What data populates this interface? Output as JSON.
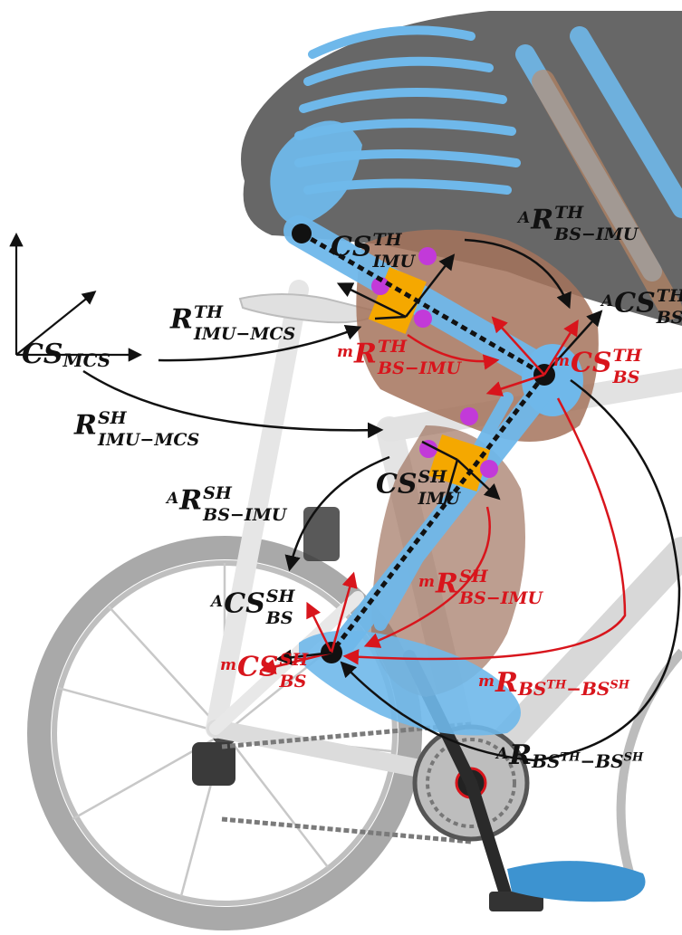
{
  "colors": {
    "bone": "#6fb8ea",
    "bone_dark": "#3d93d0",
    "muscle": "#a5735c",
    "sensor": "#f5a800",
    "marker": "#c23ad9",
    "anatomical": "#111111",
    "measured": "#d8151c",
    "bike": "#d9d9d9",
    "tire": "#8f8f8f"
  },
  "labels": {
    "cs_mcs": {
      "main": "CS",
      "sub": "MCS"
    },
    "cs_imu_th": {
      "main": "CS",
      "sup": "TH",
      "sub": "IMU"
    },
    "cs_imu_sh": {
      "main": "CS",
      "sup": "SH",
      "sub": "IMU"
    },
    "r_imu_mcs_th": {
      "main": "R",
      "sup": "TH",
      "sub": "IMU−MCS"
    },
    "r_imu_mcs_sh": {
      "main": "R",
      "sup": "SH",
      "sub": "IMU−MCS"
    },
    "a_r_bs_imu_th": {
      "pre": "A",
      "main": "R",
      "sup": "TH",
      "sub": "BS−IMU"
    },
    "a_r_bs_imu_sh": {
      "pre": "A",
      "main": "R",
      "sup": "SH",
      "sub": "BS−IMU"
    },
    "a_cs_bs_th": {
      "pre": "A",
      "main": "CS",
      "sup": "TH",
      "sub": "BS"
    },
    "a_cs_bs_sh": {
      "pre": "A",
      "main": "CS",
      "sup": "SH",
      "sub": "BS"
    },
    "m_r_bs_imu_th": {
      "pre": "m",
      "main": "R",
      "sup": "TH",
      "sub": "BS−IMU"
    },
    "m_r_bs_imu_sh": {
      "pre": "m",
      "main": "R",
      "sup": "SH",
      "sub": "BS−IMU"
    },
    "m_cs_bs_th": {
      "pre": "m",
      "main": "CS",
      "sup": "TH",
      "sub": "BS"
    },
    "m_cs_bs_sh": {
      "pre": "m",
      "main": "CS",
      "sup": "SH",
      "sub": "BS"
    },
    "m_r_bsth_bssh": {
      "pre": "m",
      "main": "R",
      "sub_a": "BS",
      "sup_a": "TH",
      "dash": "−",
      "sub_b": "BS",
      "sup_b": "SH"
    },
    "a_r_bsth_bssh": {
      "pre": "A",
      "main": "R",
      "sub_a": "BS",
      "sup_a": "TH",
      "dash": "−",
      "sub_b": "BS",
      "sup_b": "SH"
    }
  }
}
